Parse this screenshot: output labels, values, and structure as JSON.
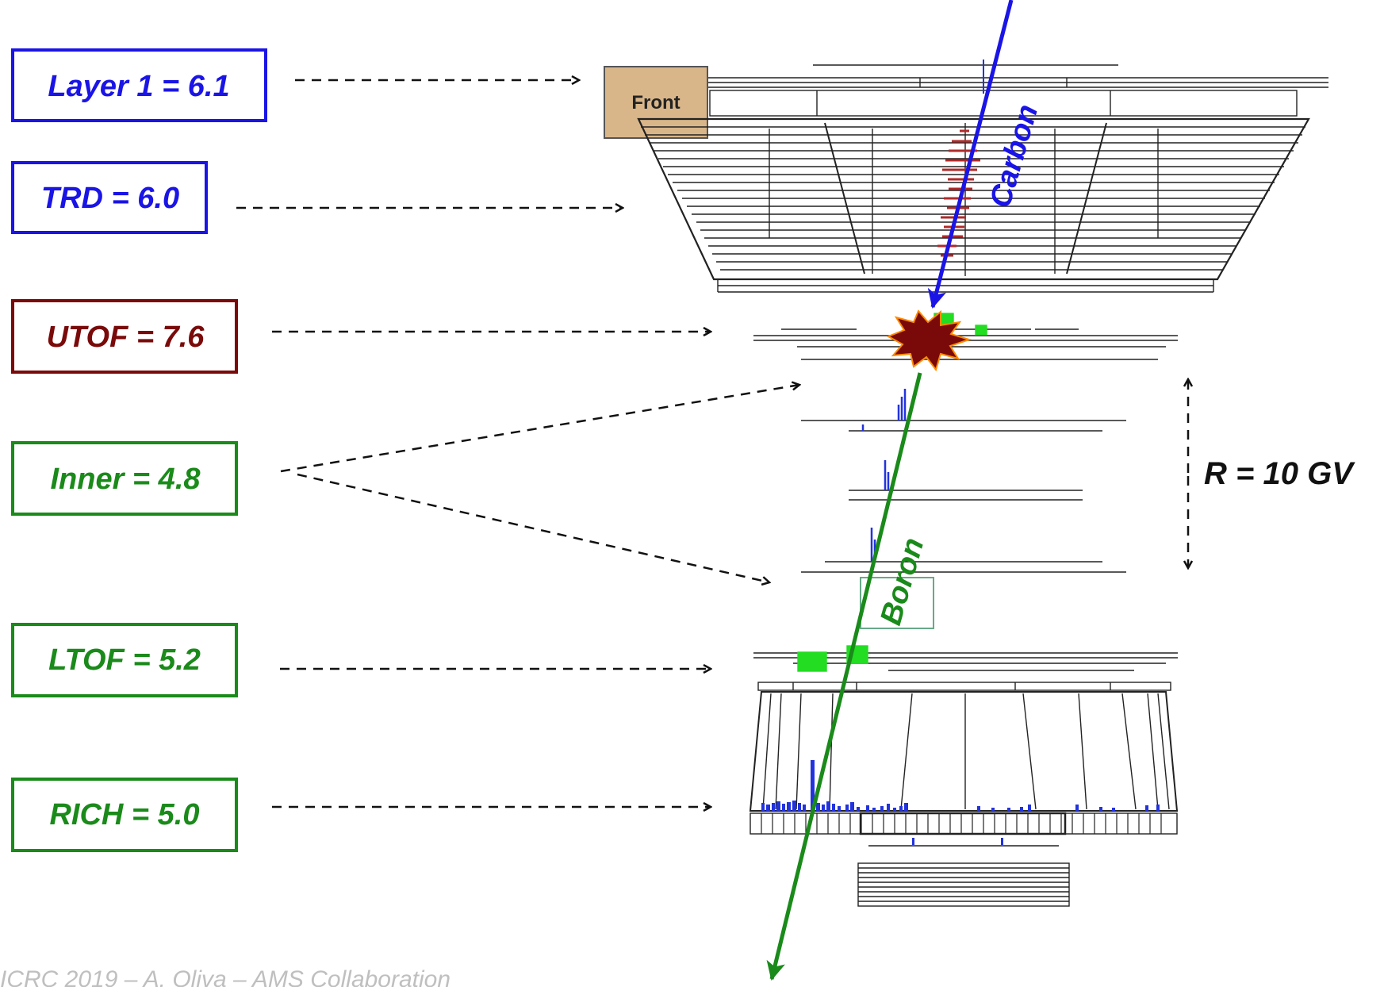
{
  "colors": {
    "blue": "#1a14e6",
    "darkred": "#7a0a0a",
    "green": "#1a8a1a",
    "black": "#111111",
    "tan": "#d9b68a",
    "bright_green": "#22dd22",
    "hit_blue": "#2233dd",
    "trd_red": "#b02a2a",
    "footer": "#bfbfbf"
  },
  "boxes": {
    "layer1": "Layer 1 = 6.1",
    "trd": "TRD = 6.0",
    "utof": "UTOF = 7.6",
    "inner": "Inner = 4.8",
    "ltof": "LTOF = 5.2",
    "rich": "RICH = 5.0"
  },
  "detector": {
    "front_label": "Front"
  },
  "tracks": {
    "carbon": "Carbon",
    "boron": "Boron"
  },
  "rigidity": "R = 10 GV",
  "footer": "ICRC 2019 – A. Oliva – AMS Collaboration"
}
